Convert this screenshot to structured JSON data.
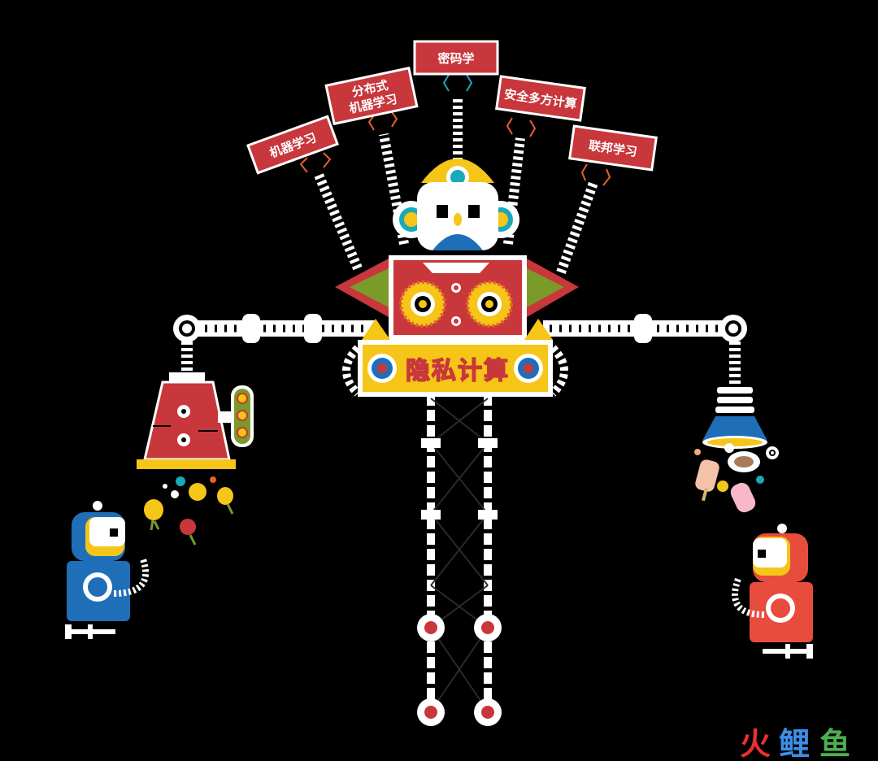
{
  "signs": {
    "machine_learning": "机器学习",
    "distributed_ml_line1": "分布式",
    "distributed_ml_line2": "机器学习",
    "cryptography": "密码学",
    "secure_mpc": "安全多方计算",
    "federated_learning": "联邦学习"
  },
  "banner": {
    "title": "隐私计算"
  },
  "watermark": {
    "char1": "火",
    "char2": "鲤",
    "char3": "鱼"
  },
  "colors": {
    "background": "#000000",
    "red": "#c8373b",
    "yellow": "#f5c518",
    "blue": "#1e6fb8",
    "teal": "#1aa9b8",
    "green": "#7a9a2a",
    "orange": "#e8602c",
    "white": "#ffffff",
    "wm_red": "#e8312f",
    "wm_blue": "#3e8ee8",
    "wm_green": "#4caf50"
  },
  "icons": [
    "gear-icon",
    "robot-head-icon",
    "claw-icon",
    "lamp-icon",
    "fruit-icon",
    "ice-cream-icon"
  ]
}
